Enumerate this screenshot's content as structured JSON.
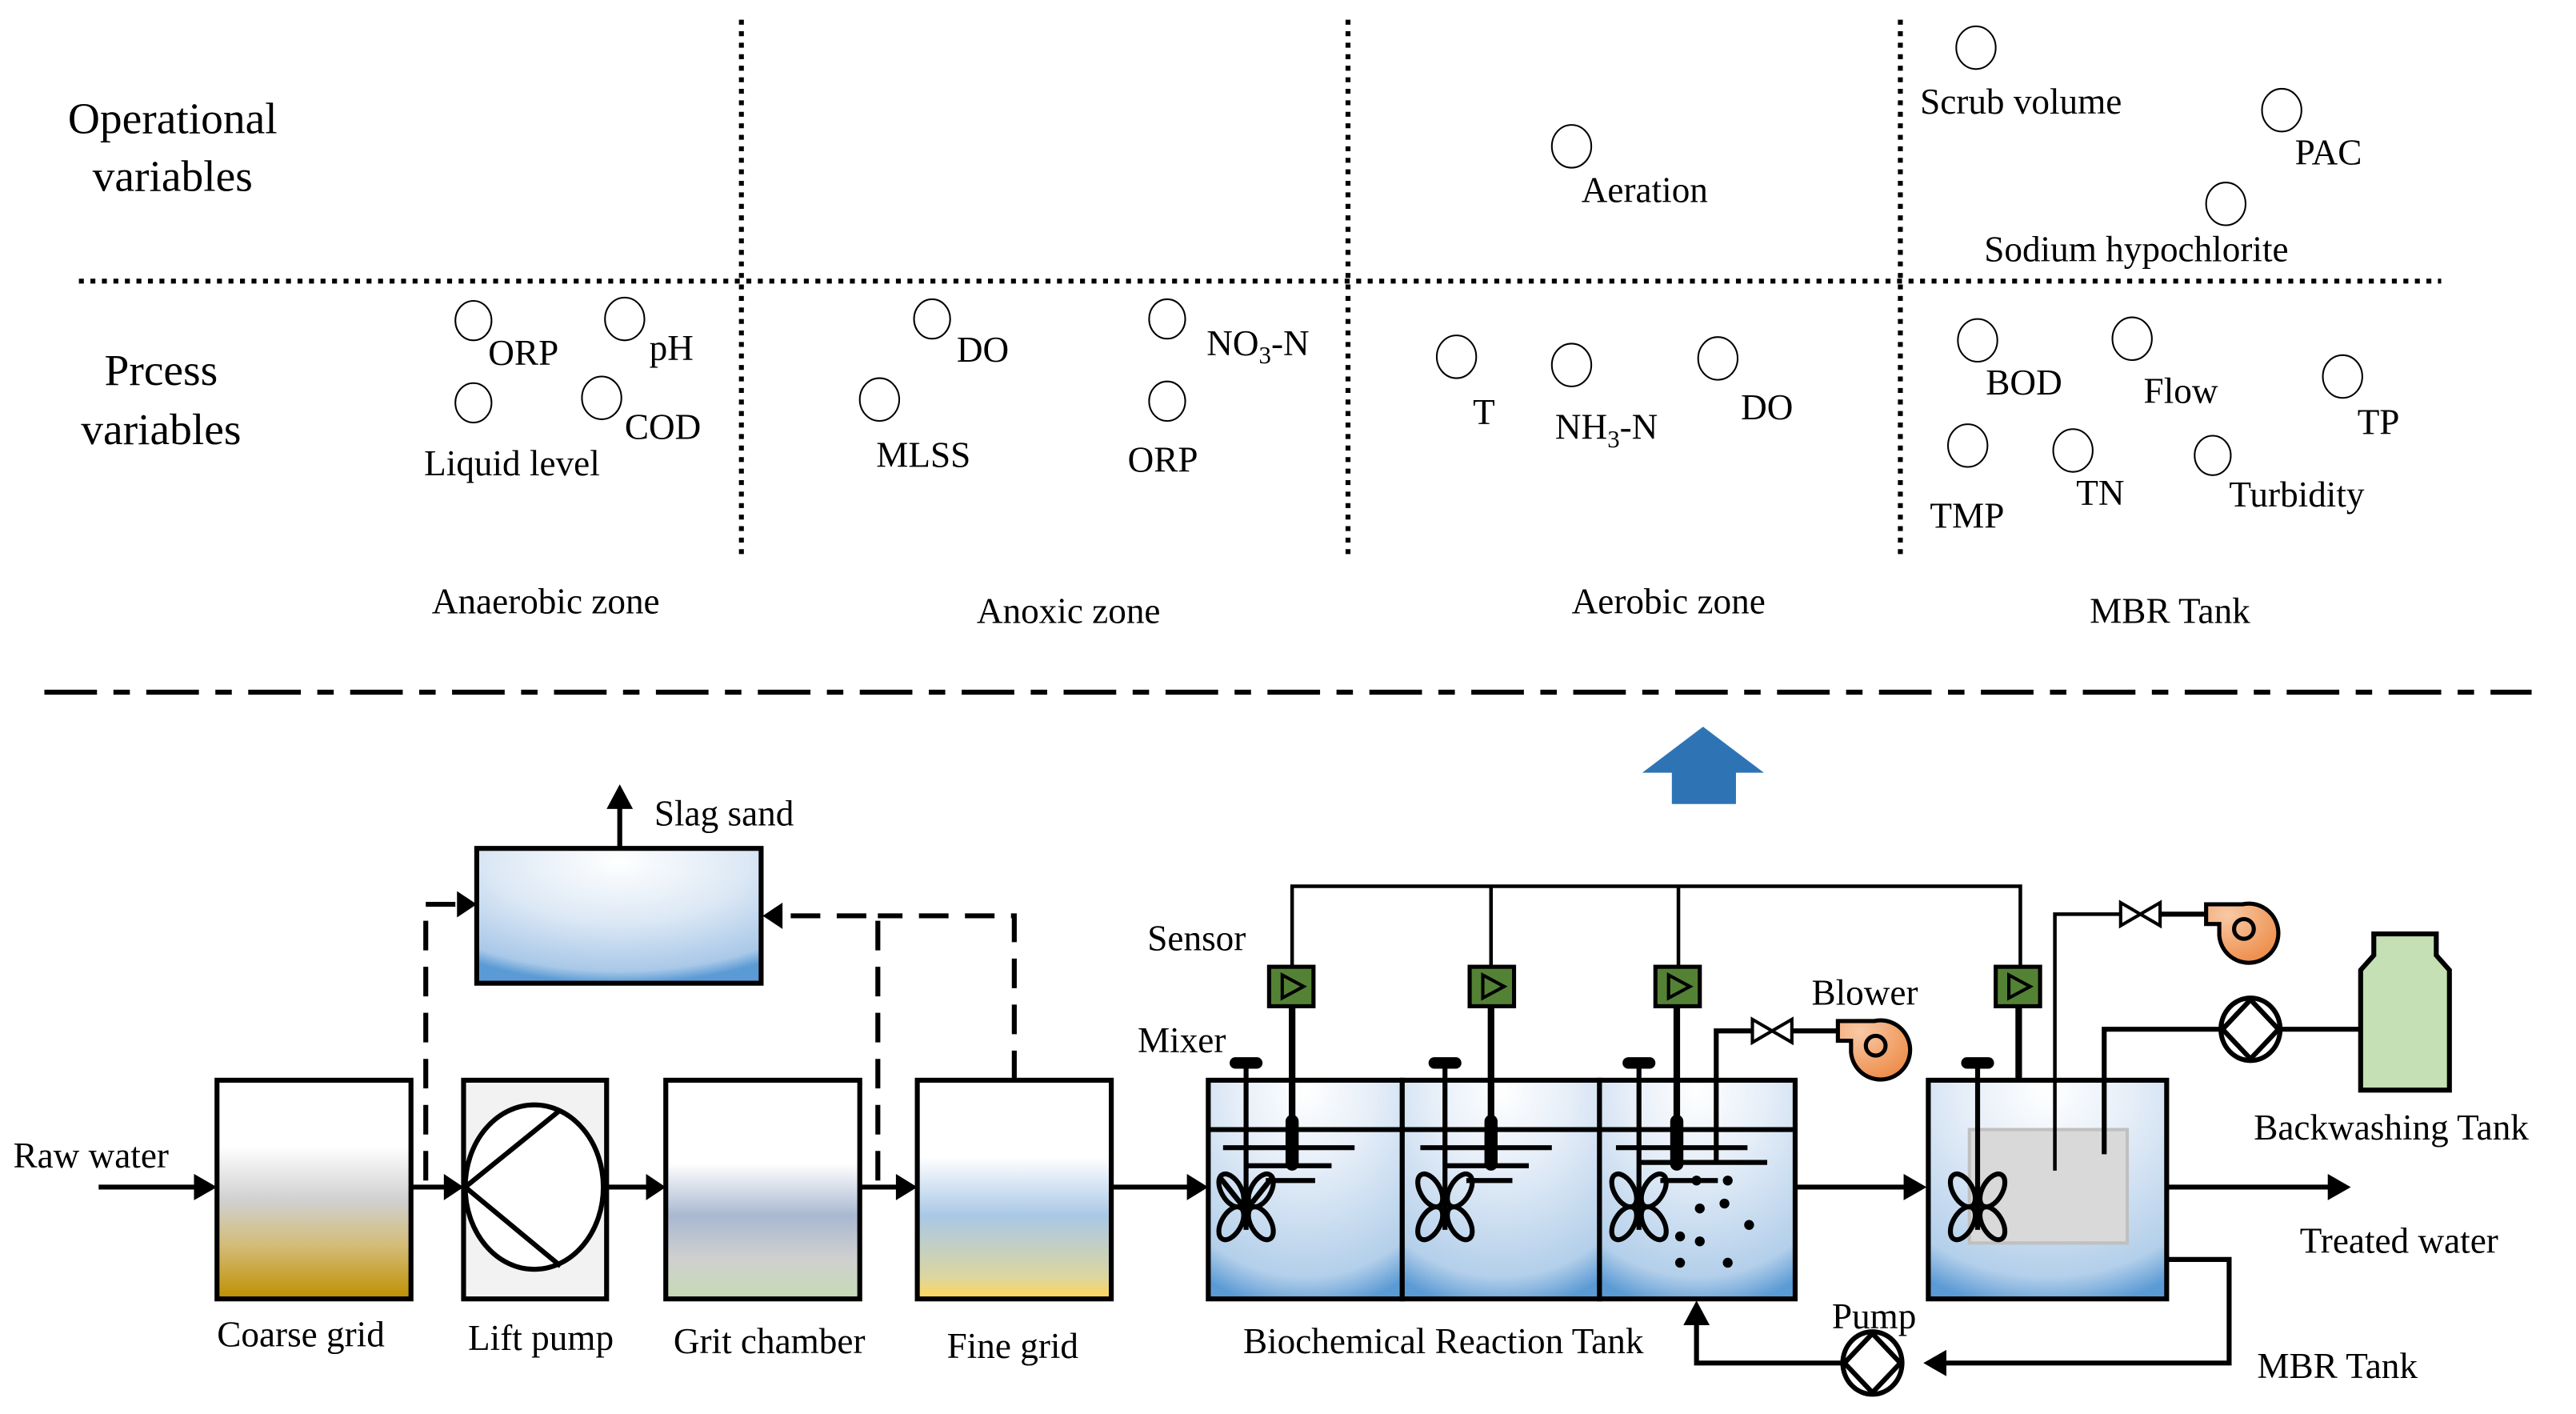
{
  "figure": {
    "row_labels": {
      "operational": [
        "Operational",
        "variables"
      ],
      "process": [
        "Prcess",
        "variables"
      ]
    },
    "zones": [
      {
        "name": "Anaerobic zone",
        "operational_variables": [],
        "process_variables": [
          "ORP",
          "pH",
          "Liquid level",
          "COD"
        ]
      },
      {
        "name": "Anoxic zone",
        "operational_variables": [],
        "process_variables": [
          "DO",
          "NO3-N",
          "MLSS",
          "ORP"
        ]
      },
      {
        "name": "Aerobic zone",
        "operational_variables": [
          "Aeration"
        ],
        "process_variables": [
          "T",
          "NH3-N",
          "DO"
        ]
      },
      {
        "name": "MBR Tank",
        "operational_variables": [
          "Scrub volume",
          "PAC",
          "Sodium hypochlorite"
        ],
        "process_variables": [
          "BOD",
          "Flow",
          "TP",
          "TMP",
          "TN",
          "Turbidity"
        ]
      }
    ],
    "subscript_labels": {
      "no3": {
        "pre": "NO",
        "sub": "3",
        "post": "-N"
      },
      "nh3": {
        "pre": "NH",
        "sub": "3",
        "post": "-N"
      }
    },
    "process_flow": {
      "raw_water": "Raw water",
      "slag_sand": "Slag sand",
      "coarse_grid": "Coarse grid",
      "lift_pump": "Lift pump",
      "grit_chamber": "Grit chamber",
      "fine_grid": "Fine grid",
      "sensor": "Sensor",
      "mixer": "Mixer",
      "blower": "Blower",
      "biochemical_tank": "Biochemical Reaction Tank",
      "pump": "Pump",
      "backwashing_tank": "Backwashing Tank",
      "treated_water": "Treated water",
      "mbr_tank": "MBR Tank"
    },
    "colors": {
      "up_arrow": "#2e74b5",
      "sensor_fill": "#548235",
      "blower_fill": "#f4a46e",
      "backwash_fill": "#c5e0b4",
      "water_blue": "#9dc3e6",
      "membrane_gray": "#d9d9d9",
      "sediment_gold": "#bf9000"
    }
  }
}
